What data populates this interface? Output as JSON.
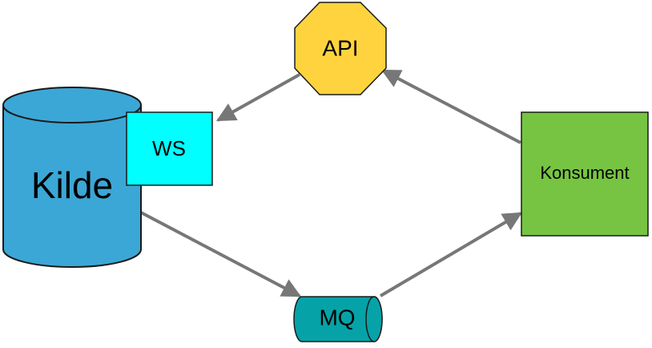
{
  "nodes": {
    "kilde": {
      "label": "Kilde",
      "shape": "cylinder",
      "color": "#3ba7d6"
    },
    "ws": {
      "label": "WS",
      "shape": "rectangle",
      "color": "#00ffff"
    },
    "api": {
      "label": "API",
      "shape": "octagon",
      "color": "#ffd33d"
    },
    "konsument": {
      "label": "Konsument",
      "shape": "rectangle",
      "color": "#76c442"
    },
    "mq": {
      "label": "MQ",
      "shape": "horizontal-cylinder",
      "color": "#05a3a8"
    }
  },
  "edges": [
    {
      "from": "api",
      "to": "ws"
    },
    {
      "from": "kilde",
      "to": "mq"
    },
    {
      "from": "mq",
      "to": "konsument"
    },
    {
      "from": "konsument",
      "to": "api"
    }
  ],
  "colors": {
    "edge": "#777777",
    "stroke": "#1a1a1a"
  }
}
